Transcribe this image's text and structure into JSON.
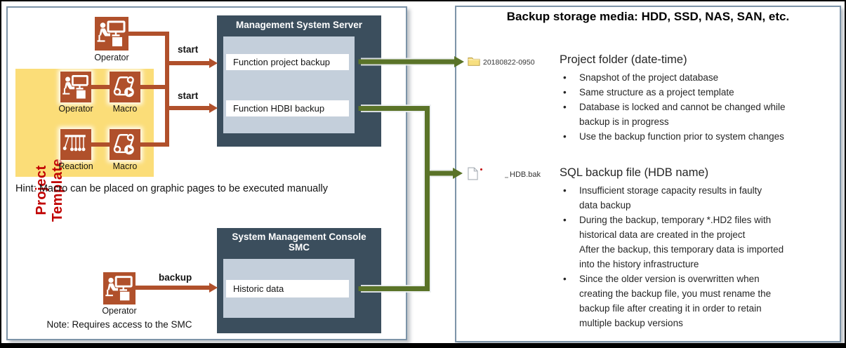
{
  "left_panel": {
    "operator_top": {
      "label": "Operator"
    },
    "project_template": {
      "title": "Project Template",
      "items": [
        {
          "icon": "operator-icon",
          "label": "Operator"
        },
        {
          "icon": "macro-icon",
          "label": "Macro"
        },
        {
          "icon": "reaction-icon",
          "label": "Reaction"
        },
        {
          "icon": "macro-icon",
          "label": "Macro"
        }
      ]
    },
    "arrow_labels": {
      "start1": "start",
      "start2": "start",
      "backup": "backup"
    },
    "hint": "Hint: Macro can be placed on graphic pages to be executed manually",
    "server_box": {
      "title": "Management System Server",
      "functions": [
        "Function project backup",
        "Function HDBI backup"
      ]
    },
    "smc_box": {
      "title_line1": "System Management Console",
      "title_line2": "SMC",
      "functions": [
        "Historic data"
      ]
    },
    "operator_bottom": {
      "label": "Operator",
      "note": "Note: Requires access to the SMC"
    }
  },
  "right_panel": {
    "title": "Backup storage media: HDD, SSD, NAS, SAN, etc.",
    "sections": [
      {
        "icon": "folder-icon",
        "icon_label": "20180822-0950",
        "heading": "Project folder (date-time)",
        "bullets": [
          "Snapshot of the project database",
          "Same structure as a project template",
          "Database is locked and cannot be changed while\nbackup is in progress",
          "Use the backup function prior to system changes"
        ]
      },
      {
        "icon": "file-icon",
        "icon_label": "HDB.bak",
        "heading": "SQL backup file (HDB name)",
        "bullets": [
          "Insufficient storage capacity results in faulty\ndata backup",
          "During the backup, temporary *.HD2 files with\nhistorical data are created in the project\nAfter the backup, this temporary data is imported\ninto the history infrastructure",
          "Since the older version is overwritten when\ncreating the backup file, you must rename the\nbackup file after creating it in order to retain\nmultiple backup versions"
        ]
      }
    ]
  },
  "colors": {
    "rust": "#B0502B",
    "dark_slate": "#3B4E5D",
    "light_slate": "#C4CFDB",
    "yellow": "#FBDD78",
    "red_title": "#C00000",
    "green_arrow": "#5A7328",
    "panel_border": "#7D94A8",
    "folder_yellow": "#F7DF80"
  }
}
